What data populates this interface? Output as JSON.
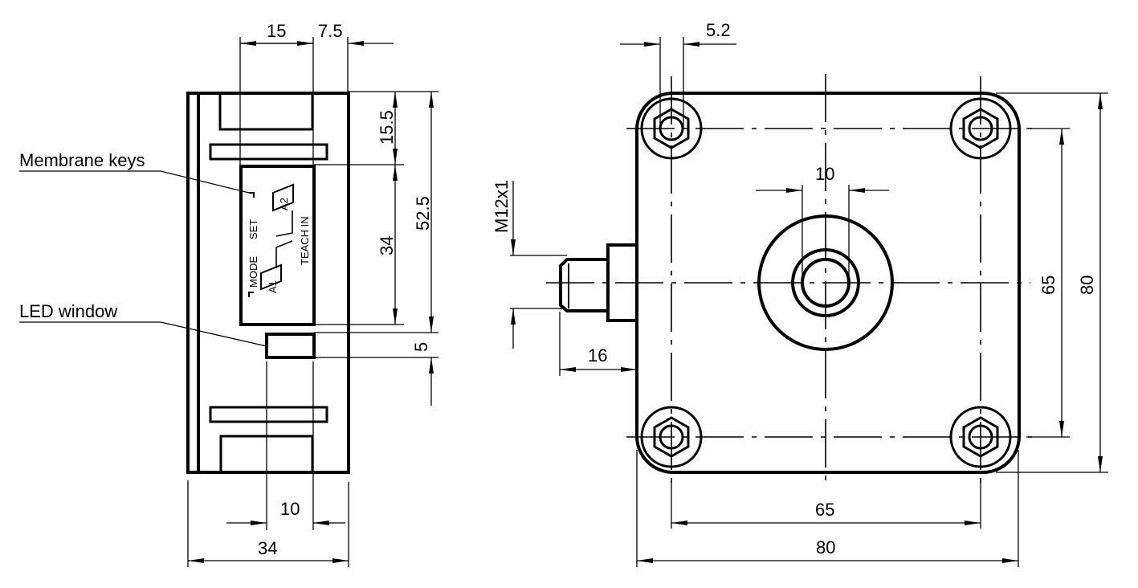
{
  "drawing": {
    "title": "Sensor dimension drawing",
    "units": "mm",
    "side_view": {
      "labels": {
        "membrane_keys": "Membrane keys",
        "led_window": "LED window"
      },
      "keypad_markings": {
        "key1": "A1",
        "key2": "A2",
        "mode": "MODE",
        "set": "SET",
        "teach_in": "TEACH IN"
      },
      "dimensions": {
        "top_offset_1": "15",
        "top_offset_2": "7.5",
        "right_15_5": "15.5",
        "keypad_height": "34",
        "overall_52_5": "52.5",
        "led_height": "5",
        "led_width": "10",
        "overall_width": "34"
      }
    },
    "front_view": {
      "dimensions": {
        "hole_diameter": "5.2",
        "center_bore": "10",
        "thread": "M12x1",
        "connector_length": "16",
        "hole_spacing_vertical": "65",
        "overall_height": "80",
        "hole_spacing_horizontal": "65",
        "overall_width": "80"
      }
    }
  }
}
